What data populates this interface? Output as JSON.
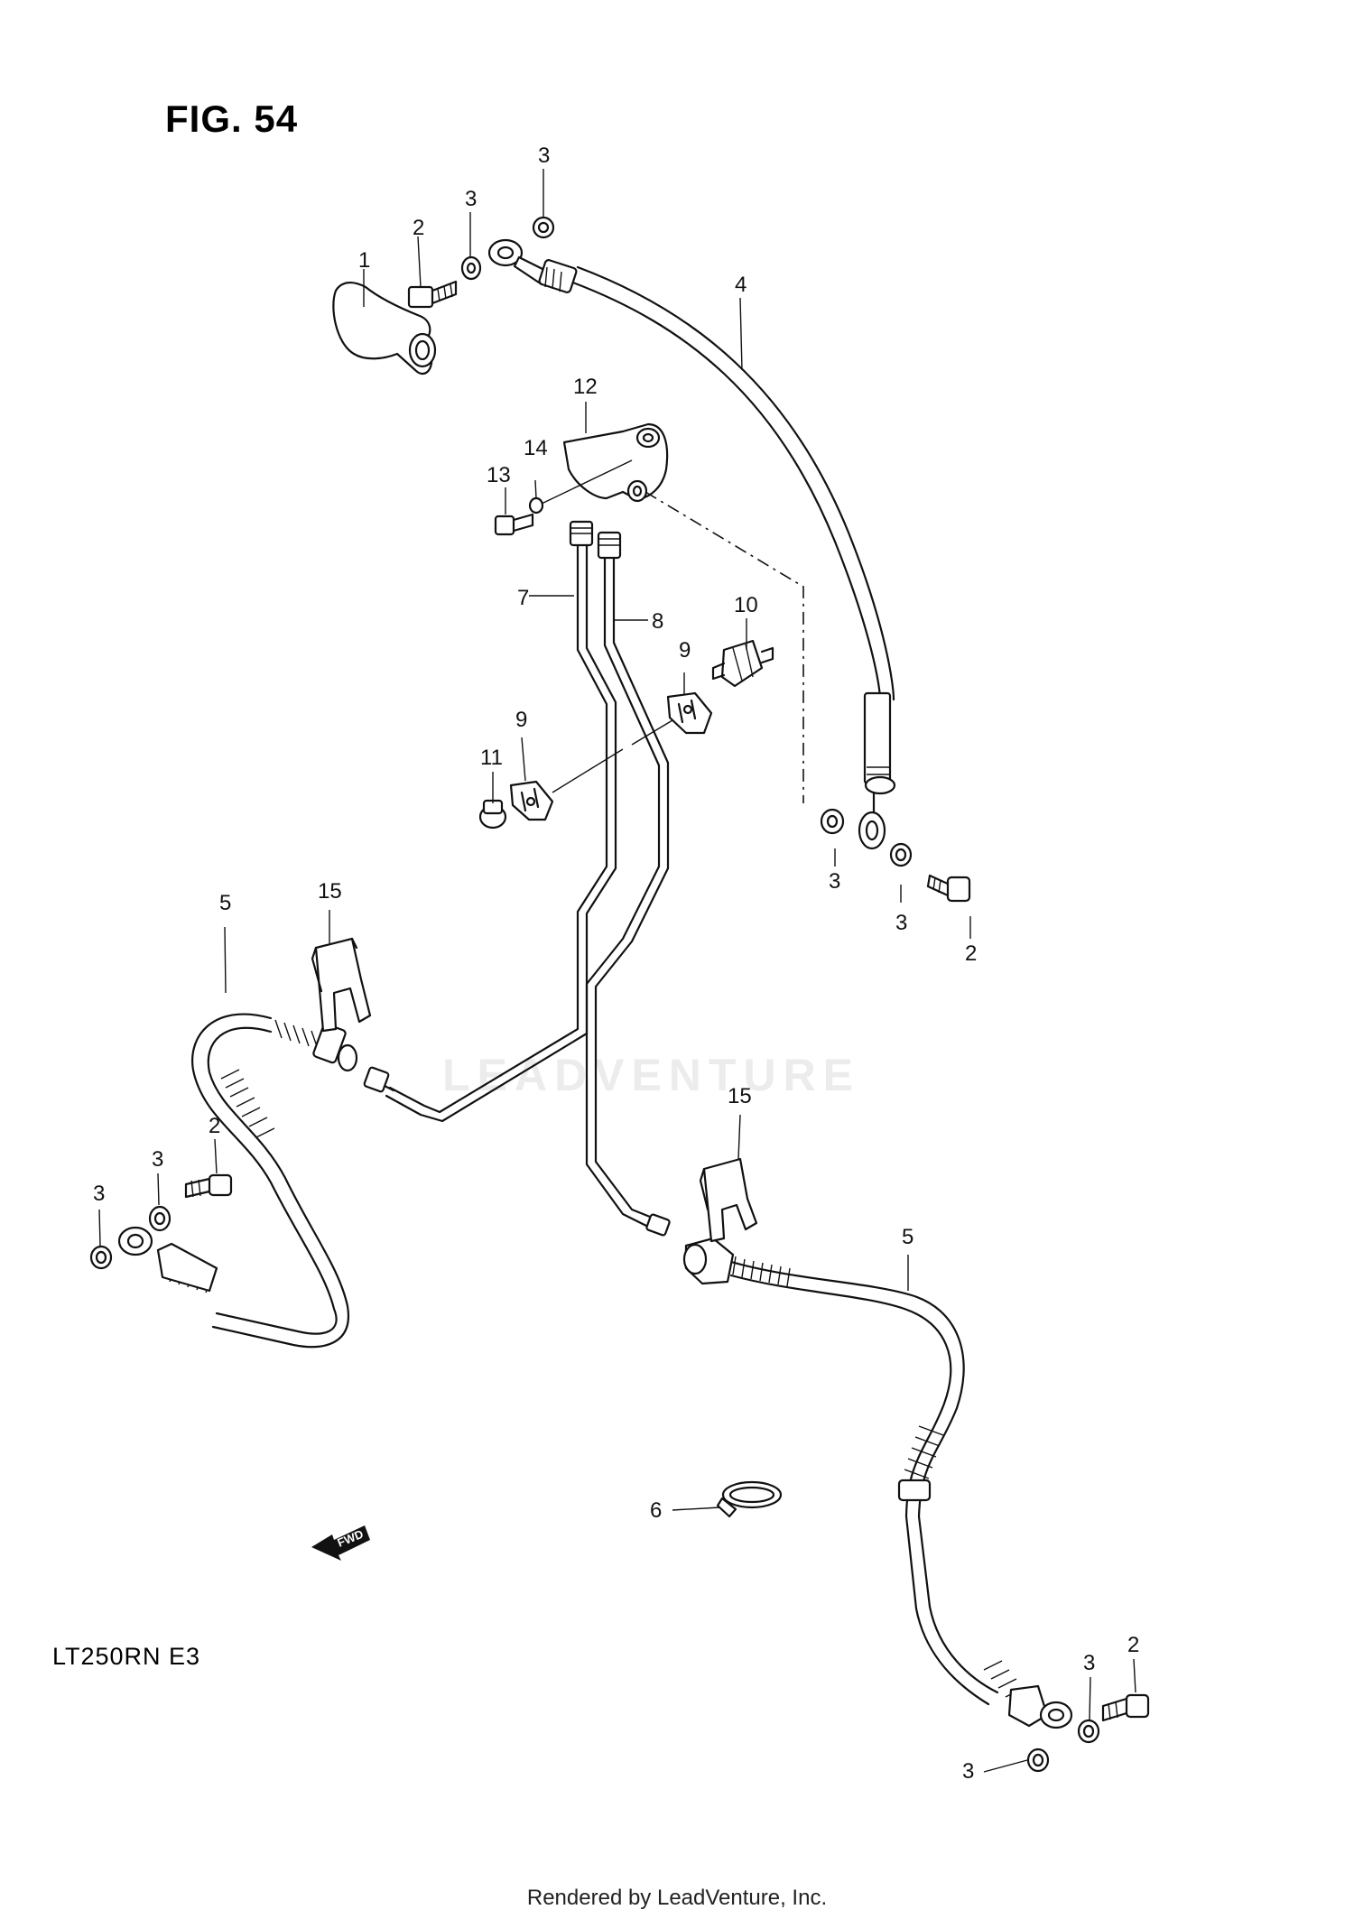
{
  "figure": {
    "title": "FIG. 54",
    "model_code": "LT250RN  E3",
    "footer": "Rendered by LeadVenture, Inc.",
    "watermark": "LEADVENTURE",
    "fwd_arrow": "FWD"
  },
  "callouts": {
    "c1": "1",
    "c2a": "2",
    "c2b": "2",
    "c2c": "2",
    "c2d": "2",
    "c3a": "3",
    "c3b": "3",
    "c3c": "3",
    "c3d": "3",
    "c3e": "3",
    "c3f": "3",
    "c3g": "3",
    "c3h": "3",
    "c4": "4",
    "c5a": "5",
    "c5b": "5",
    "c6": "6",
    "c7": "7",
    "c8": "8",
    "c9a": "9",
    "c9b": "9",
    "c10": "10",
    "c11": "11",
    "c12": "12",
    "c13": "13",
    "c14": "14",
    "c15a": "15",
    "c15b": "15"
  }
}
